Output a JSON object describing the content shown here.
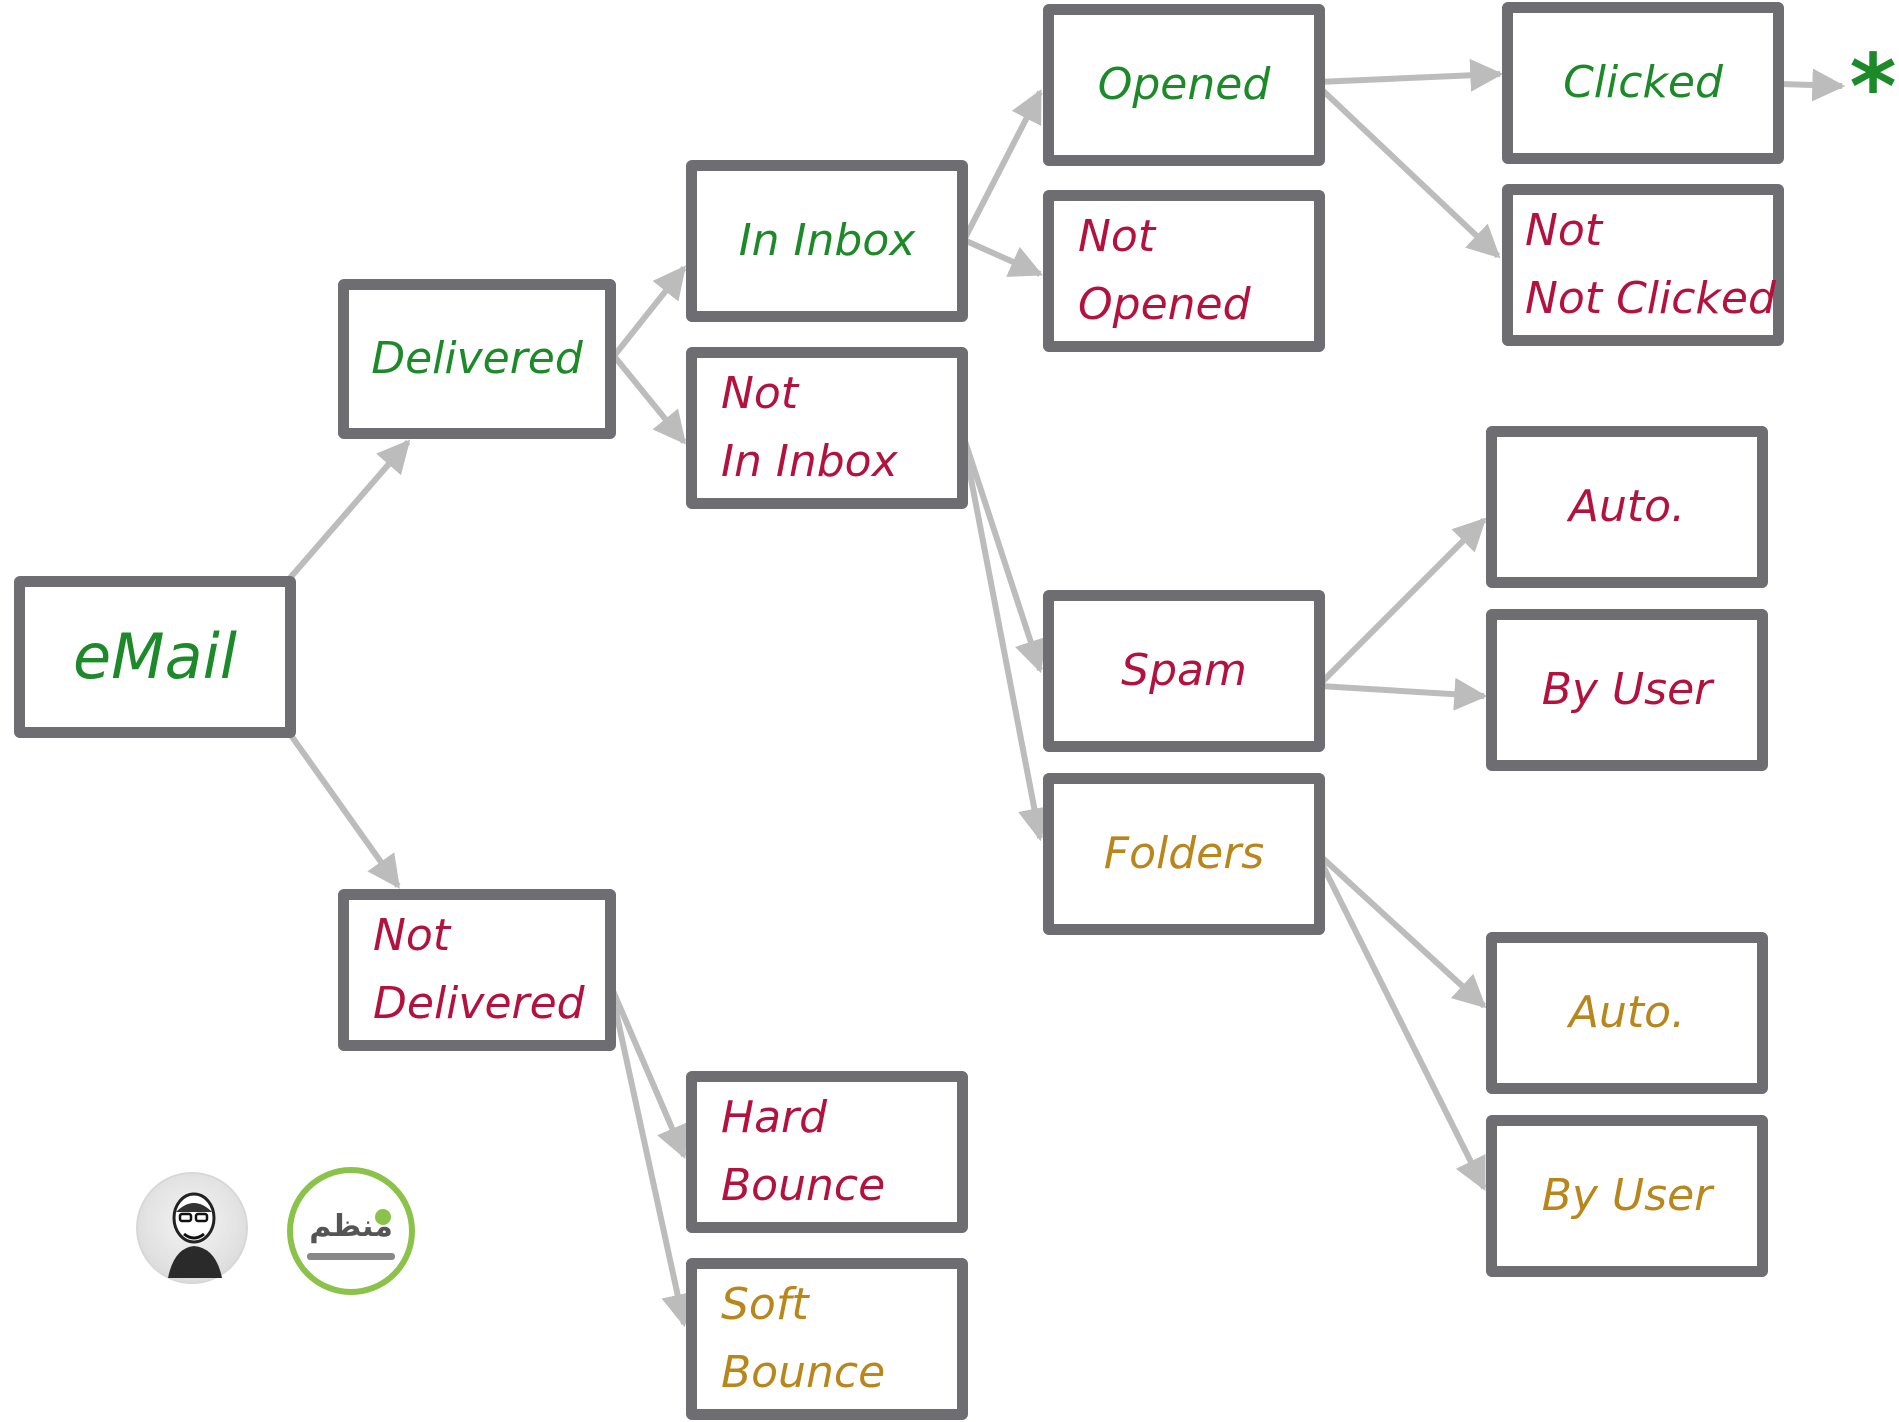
{
  "colors": {
    "box_border": "#6e6e72",
    "arrow": "#bcbcbc",
    "positive_text": "#1d8a2a",
    "negative_text": "#b3123f",
    "neutral_text": "#b8861a",
    "logo_ring": "#8bc34a"
  },
  "nodes": {
    "email": {
      "lines": [
        "eMail"
      ]
    },
    "delivered": {
      "lines": [
        "Delivered"
      ]
    },
    "not_delivered": {
      "lines": [
        "Not",
        "Delivered"
      ]
    },
    "in_inbox": {
      "lines": [
        "In Inbox"
      ]
    },
    "not_in_inbox": {
      "lines": [
        "Not",
        "In Inbox"
      ]
    },
    "hard_bounce": {
      "lines": [
        "Hard",
        "Bounce"
      ]
    },
    "soft_bounce": {
      "lines": [
        "Soft",
        "Bounce"
      ]
    },
    "opened": {
      "lines": [
        "Opened"
      ]
    },
    "not_opened": {
      "lines": [
        "Not",
        "Opened"
      ]
    },
    "spam": {
      "lines": [
        "Spam"
      ]
    },
    "folders": {
      "lines": [
        "Folders"
      ]
    },
    "clicked": {
      "lines": [
        "Clicked"
      ]
    },
    "not_clicked": {
      "lines": [
        "Not",
        "Not Clicked"
      ]
    },
    "spam_auto": {
      "lines": [
        "Auto."
      ]
    },
    "spam_by_user": {
      "lines": [
        "By User"
      ]
    },
    "folders_auto": {
      "lines": [
        "Auto."
      ]
    },
    "folders_by_user": {
      "lines": [
        "By User"
      ]
    }
  },
  "edges": [
    [
      "email",
      "delivered"
    ],
    [
      "email",
      "not_delivered"
    ],
    [
      "delivered",
      "in_inbox"
    ],
    [
      "delivered",
      "not_in_inbox"
    ],
    [
      "in_inbox",
      "opened"
    ],
    [
      "in_inbox",
      "not_opened"
    ],
    [
      "opened",
      "clicked"
    ],
    [
      "opened",
      "not_clicked"
    ],
    [
      "clicked",
      "end_marker"
    ],
    [
      "not_in_inbox",
      "spam"
    ],
    [
      "not_in_inbox",
      "folders"
    ],
    [
      "spam",
      "spam_auto"
    ],
    [
      "spam",
      "spam_by_user"
    ],
    [
      "folders",
      "folders_auto"
    ],
    [
      "folders",
      "folders_by_user"
    ],
    [
      "not_delivered",
      "hard_bounce"
    ],
    [
      "not_delivered",
      "soft_bounce"
    ]
  ],
  "end_marker": {
    "symbol": "*"
  },
  "logos": {
    "badge_text": "منظم"
  }
}
